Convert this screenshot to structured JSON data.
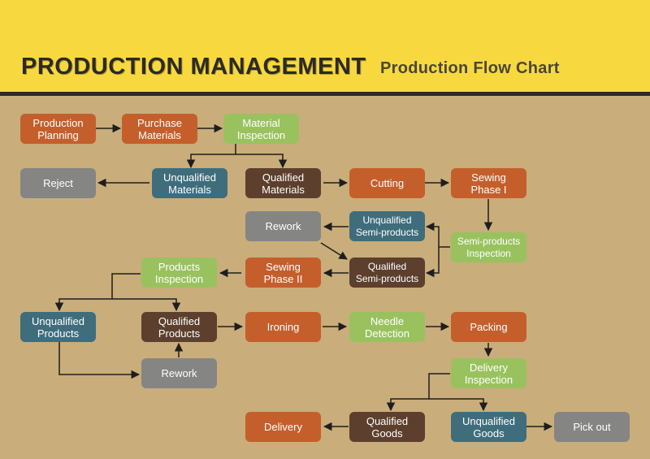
{
  "header": {
    "title": "PRODUCTION MANAGEMENT",
    "subtitle": "Production Flow Chart"
  },
  "colors": {
    "header_bg": "#f7d93f",
    "body_bg": "#c9ad7b",
    "orange": "#c45f2c",
    "green": "#99c25f",
    "gray": "#858584",
    "teal": "#3f6d7b",
    "brown": "#5c3f2d"
  },
  "nodes": {
    "production_planning": "Production\nPlanning",
    "purchase_materials": "Purchase\nMaterials",
    "material_inspection": "Material\nInspection",
    "reject": "Reject",
    "unqualified_materials": "Unqualified\nMaterials",
    "qualified_materials": "Qualified\nMaterials",
    "cutting": "Cutting",
    "sewing_phase_1": "Sewing\nPhase I",
    "rework_1": "Rework",
    "unqualified_semi": "Unqualified\nSemi-products",
    "semi_inspection": "Semi-products\nInspection",
    "products_inspection": "Products\nInspection",
    "sewing_phase_2": "Sewing\nPhase II",
    "qualified_semi": "Qualified\nSemi-products",
    "unqualified_products": "Unqualified\nProducts",
    "qualified_products": "Qualified\nProducts",
    "ironing": "Ironing",
    "needle_detection": "Needle\nDetection",
    "packing": "Packing",
    "rework_2": "Rework",
    "delivery_inspection": "Delivery\nInspection",
    "delivery": "Delivery",
    "qualified_goods": "Qualified\nGoods",
    "unqualified_goods": "Unqualified\nGoods",
    "pick_out": "Pick out"
  }
}
